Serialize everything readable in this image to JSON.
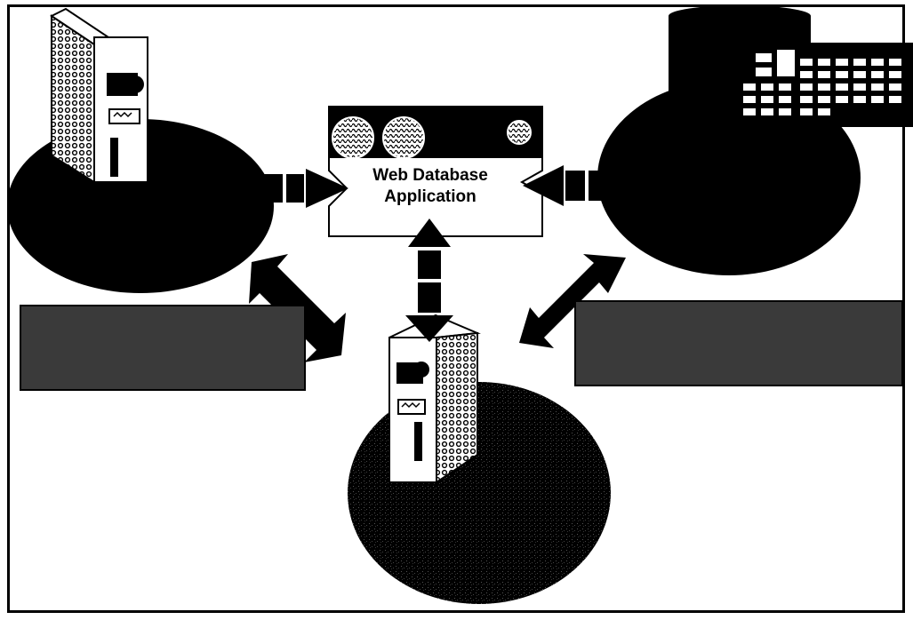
{
  "diagram": {
    "central_component": {
      "label_line1": "Web Database",
      "label_line2": "Application"
    },
    "nodes": [
      {
        "id": "left-server",
        "icon": "server-tower-icon"
      },
      {
        "id": "right-database",
        "icon": "database-cylinder-icon"
      },
      {
        "id": "bottom-server",
        "icon": "server-tower-icon"
      }
    ],
    "colors": {
      "background": "#ffffff",
      "foreground": "#000000",
      "label_box": "#3a3a3a"
    }
  }
}
